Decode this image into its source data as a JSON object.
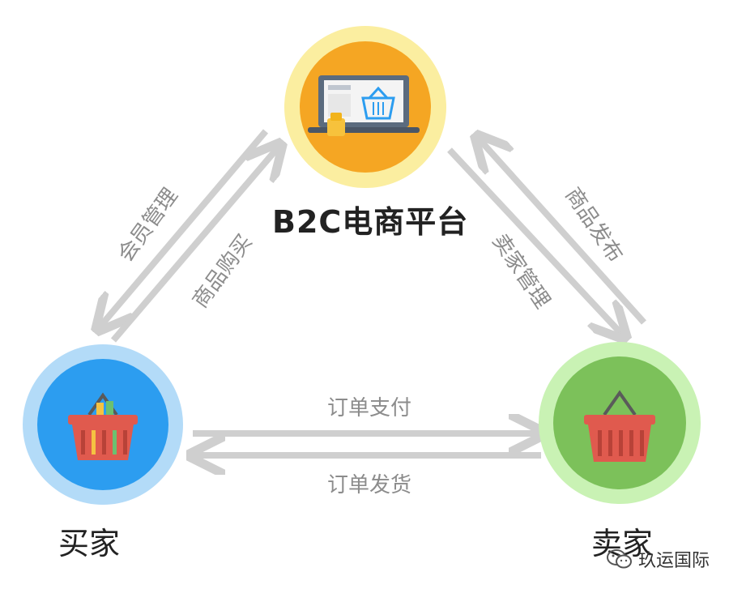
{
  "nodes": {
    "platform": {
      "label": "B2C电商平台",
      "icon": "laptop-basket-icon",
      "color": "#f5a623",
      "halo": "#fbeea0"
    },
    "buyer": {
      "label": "买家",
      "icon": "basket-icon",
      "color": "#2c9df0",
      "halo": "#b3dbf8"
    },
    "seller": {
      "label": "卖家",
      "icon": "basket-icon",
      "color": "#7cc15a",
      "halo": "#c9f2b4"
    }
  },
  "edges": {
    "member_management": "会员管理",
    "product_purchase": "商品购买",
    "product_publish": "商品发布",
    "seller_management": "卖家管理",
    "order_payment": "订单支付",
    "order_shipping": "订单发货"
  },
  "arrow_color": "#cfcfcf",
  "watermark": {
    "text": "玖运国际",
    "icon": "wechat-icon"
  }
}
